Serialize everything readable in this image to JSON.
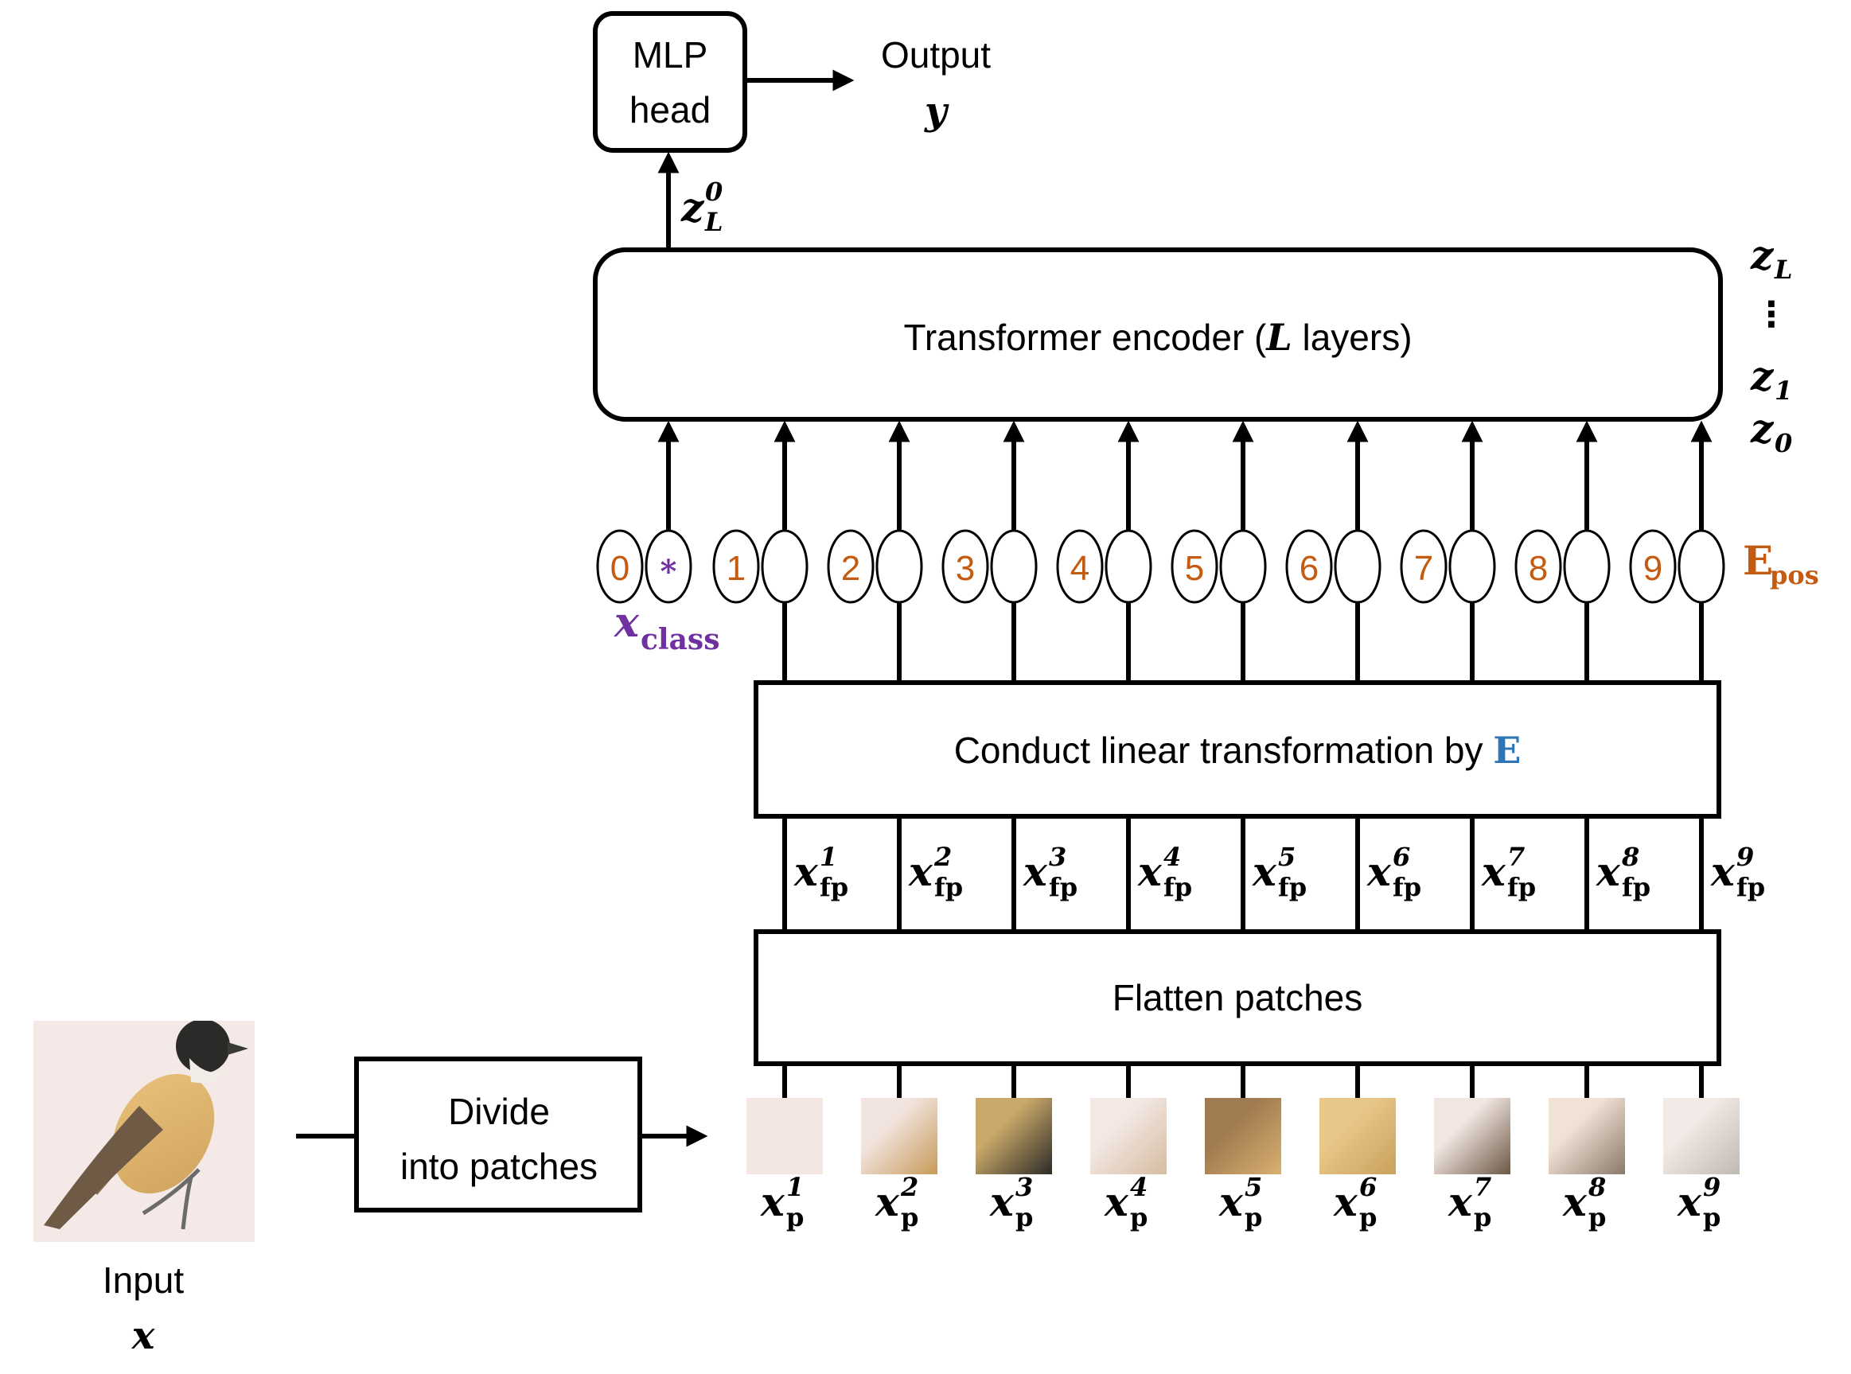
{
  "blocks": {
    "mlp_head": [
      "MLP",
      "head"
    ],
    "output": "Output",
    "output_symbol": "y",
    "encoder_prefix": "Transformer encoder (",
    "encoder_L": "L",
    "encoder_suffix": " layers)",
    "linear_prefix": "Conduct linear transformation by ",
    "linear_E": "E",
    "flatten": "Flatten patches",
    "divide": [
      "Divide",
      "into patches"
    ],
    "input": "Input",
    "input_symbol": "x"
  },
  "labels": {
    "z_L0_base": "z",
    "z_L0_sub": "L",
    "z_L0_sup": "0",
    "z_stack": [
      {
        "base": "z",
        "sub": "L"
      },
      {
        "base": "⋮",
        "sub": ""
      },
      {
        "base": "z",
        "sub": "1"
      },
      {
        "base": "z",
        "sub": "0"
      }
    ],
    "epos_base": "E",
    "epos_sub": "pos",
    "xclass_base": "x",
    "xclass_sub": "class",
    "class_token": "*"
  },
  "positions": [
    "0",
    "1",
    "2",
    "3",
    "4",
    "5",
    "6",
    "7",
    "8",
    "9"
  ],
  "flattened": {
    "base": "x",
    "sub": "fp",
    "sups": [
      "1",
      "2",
      "3",
      "4",
      "5",
      "6",
      "7",
      "8",
      "9"
    ]
  },
  "patches": {
    "base": "x",
    "sub": "p",
    "sups": [
      "1",
      "2",
      "3",
      "4",
      "5",
      "6",
      "7",
      "8",
      "9"
    ]
  },
  "colors": {
    "orange": "#c55a11",
    "purple": "#7030a0",
    "blue": "#2e75b6"
  }
}
